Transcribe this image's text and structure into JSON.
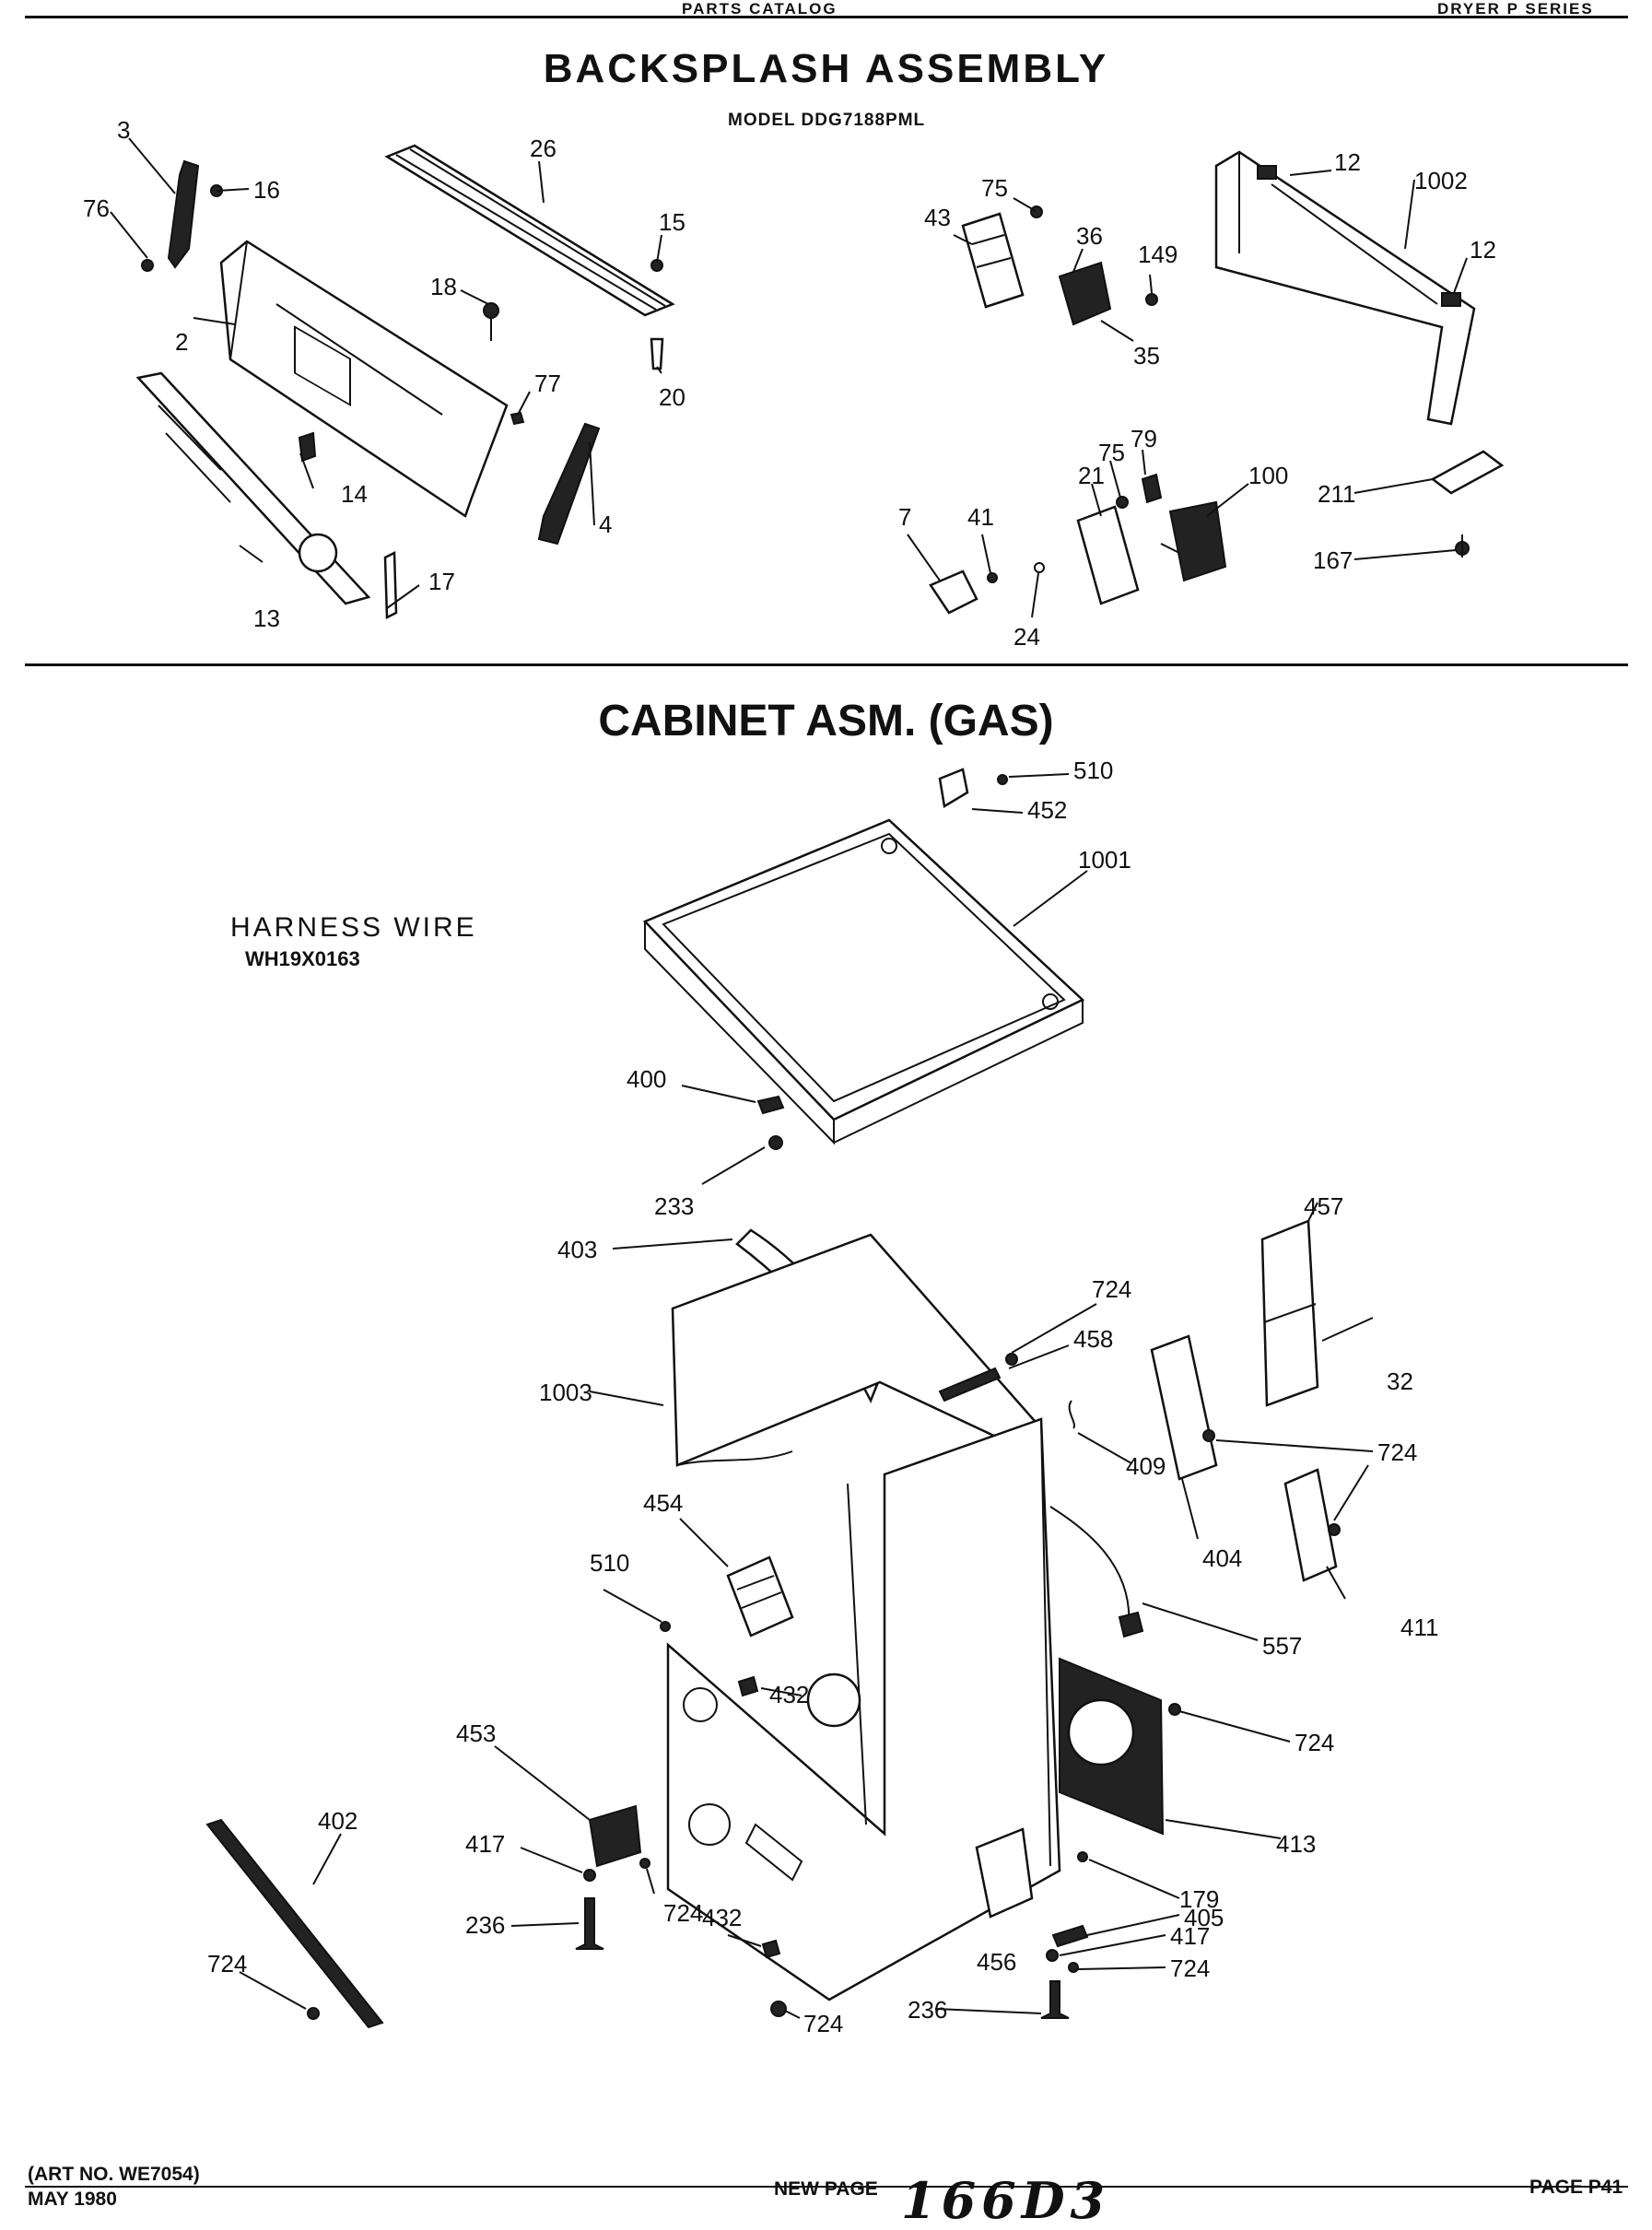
{
  "header": {
    "left": "PARTS CATALOG",
    "right": "DRYER P SERIES"
  },
  "backsplash": {
    "title": "BACKSPLASH ASSEMBLY",
    "model": "MODEL DDG7188PML",
    "callouts": [
      "3",
      "76",
      "16",
      "26",
      "15",
      "18",
      "2",
      "20",
      "77",
      "14",
      "4",
      "13",
      "17",
      "43",
      "75",
      "36",
      "149",
      "35",
      "12",
      "1002",
      "12",
      "75",
      "79",
      "21",
      "100",
      "211",
      "7",
      "41",
      "24",
      "167"
    ]
  },
  "cabinet": {
    "title": "CABINET ASM. (GAS)",
    "harness_label": "HARNESS WIRE",
    "harness_part": "WH19X0163",
    "callouts": [
      "510",
      "452",
      "1001",
      "400",
      "233",
      "403",
      "457",
      "724",
      "458",
      "32",
      "1003",
      "409",
      "724",
      "404",
      "454",
      "510",
      "411",
      "557",
      "432",
      "453",
      "724",
      "402",
      "417",
      "413",
      "179",
      "236",
      "724",
      "432",
      "405",
      "417",
      "724",
      "456",
      "236",
      "724"
    ]
  },
  "footer": {
    "art_no": "(ART NO. WE7054)",
    "date": "MAY 1980",
    "center": "NEW PAGE",
    "handwritten": "166D3",
    "page": "PAGE P41"
  }
}
